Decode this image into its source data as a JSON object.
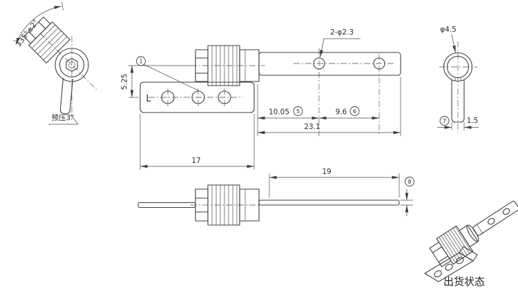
{
  "drawing": {
    "background": "#ffffff",
    "line_color": "#3d3d3d",
    "views": {
      "angle_view": {
        "angle_label": "135°±2°",
        "preload_label": "预压3°"
      },
      "front_view": {
        "leaf_mark": "L",
        "hole_callout": "2-φ2.3",
        "dim_height": "5.25",
        "dim_pivot_hole1": "10.05",
        "dim_hole1_hole2": "9.6",
        "dim_overall": "23.1",
        "dim_leaf": "17",
        "balloon_1": "1",
        "balloon_5": "5",
        "balloon_6": "6"
      },
      "end_view": {
        "diameter_label": "φ4.5",
        "thickness_value": "1.5",
        "balloon_7": "7"
      },
      "open_view": {
        "dim_arm": "19",
        "balloon_8": "8"
      },
      "iso_view": {
        "caption": "出货状态"
      }
    }
  }
}
